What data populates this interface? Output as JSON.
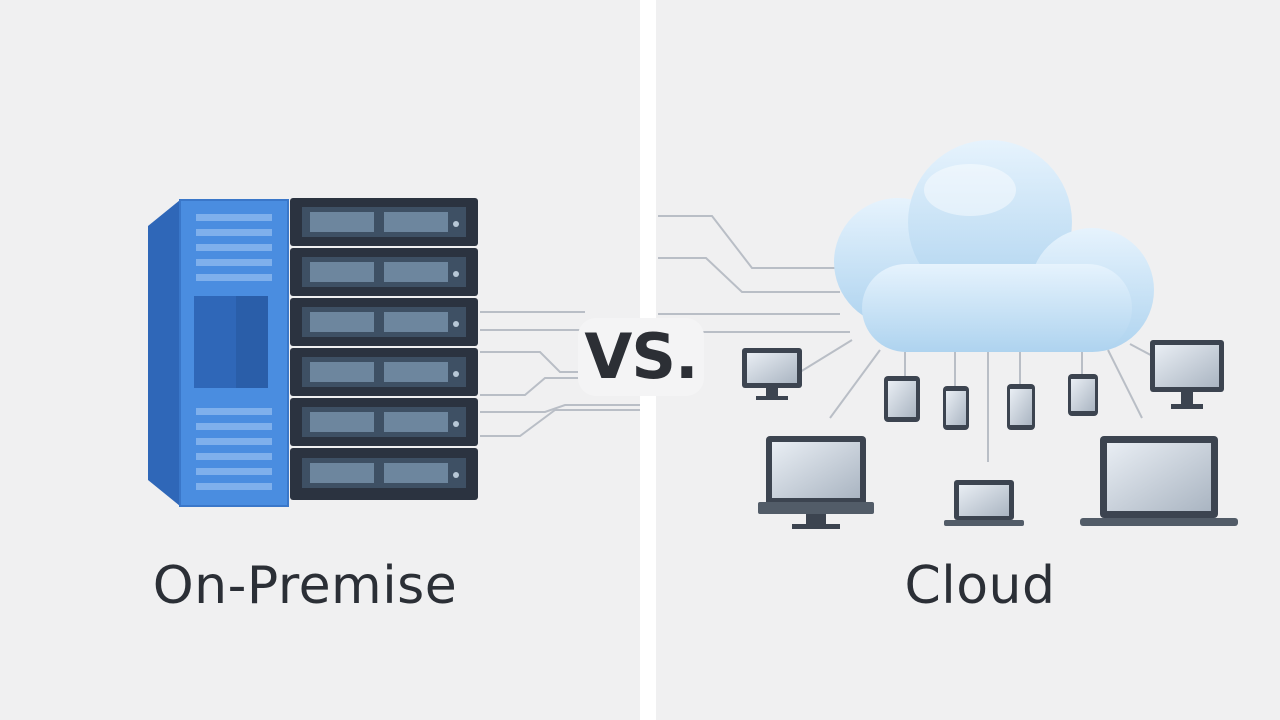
{
  "labels": {
    "left": "On-Premise",
    "right": "Cloud",
    "versus": "VS."
  },
  "icons": {
    "left": "server-rack-icon",
    "right": "cloud-network-icon"
  },
  "colors": {
    "background": "#f0f0f1",
    "divider": "#ffffff",
    "server_blue": "#4a8de0",
    "server_dark": "#2b3340",
    "cloud_light": "#cfe6f8",
    "text": "#2b2f36"
  }
}
